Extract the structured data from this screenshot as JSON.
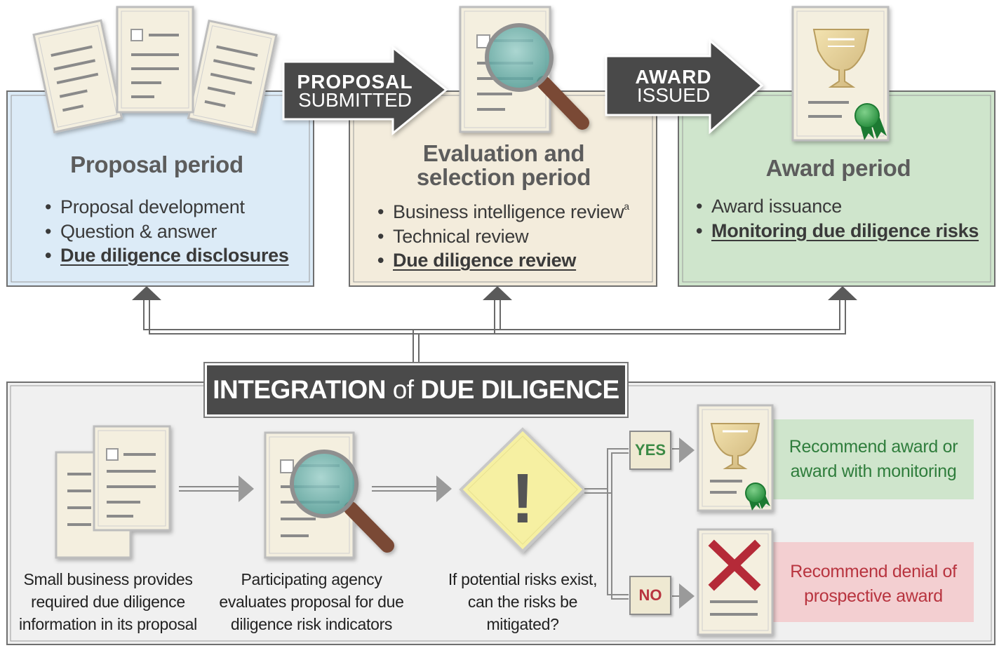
{
  "periods": [
    {
      "title": "Proposal period",
      "items": [
        "Proposal development",
        "Question & answer",
        "Due diligence disclosures"
      ],
      "bold_index": 2
    },
    {
      "title_line1": "Evaluation and",
      "title_line2": "selection period",
      "items": [
        "Business intelligence review",
        "Technical review",
        "Due diligence review"
      ],
      "footnote_mark": "a",
      "bold_index": 2
    },
    {
      "title": "Award period",
      "items": [
        "Award issuance",
        "Monitoring due diligence risks"
      ],
      "bold_index": 1
    }
  ],
  "transitions": [
    {
      "line1": "PROPOSAL",
      "line2": "SUBMITTED"
    },
    {
      "line1": "AWARD",
      "line2": "ISSUED"
    }
  ],
  "integration": {
    "title_part1": "INTEGRATION",
    "title_part2": " of ",
    "title_part3": "DUE DILIGENCE"
  },
  "steps": [
    {
      "lines": [
        "Small business provides",
        "required due diligence",
        "information in its proposal"
      ]
    },
    {
      "lines": [
        "Participating agency",
        "evaluates proposal for due",
        "diligence risk indicators"
      ]
    },
    {
      "lines": [
        "If potential risks exist,",
        "can the risks be",
        "mitigated?"
      ]
    }
  ],
  "decision": {
    "yes_label": "YES",
    "no_label": "NO",
    "warning_symbol": "!",
    "yes_outcome": [
      "Recommend award or",
      "award with monitoring"
    ],
    "no_outcome": [
      "Recommend denial of",
      "prospective award"
    ]
  },
  "bullet_char": "•",
  "colors": {
    "proposal_bg": "#dcebf7",
    "evaluation_bg": "#f3ecdc",
    "award_bg": "#cfe5cc",
    "integration_bg": "#f0f0f0",
    "arrow_dark": "#4a4a4a",
    "yes_text": "#2f7d3c",
    "no_text": "#b8343f",
    "yes_band": "#cfe5cc",
    "no_band": "#f3cfd1",
    "warning_fill": "#f6f0a2"
  }
}
